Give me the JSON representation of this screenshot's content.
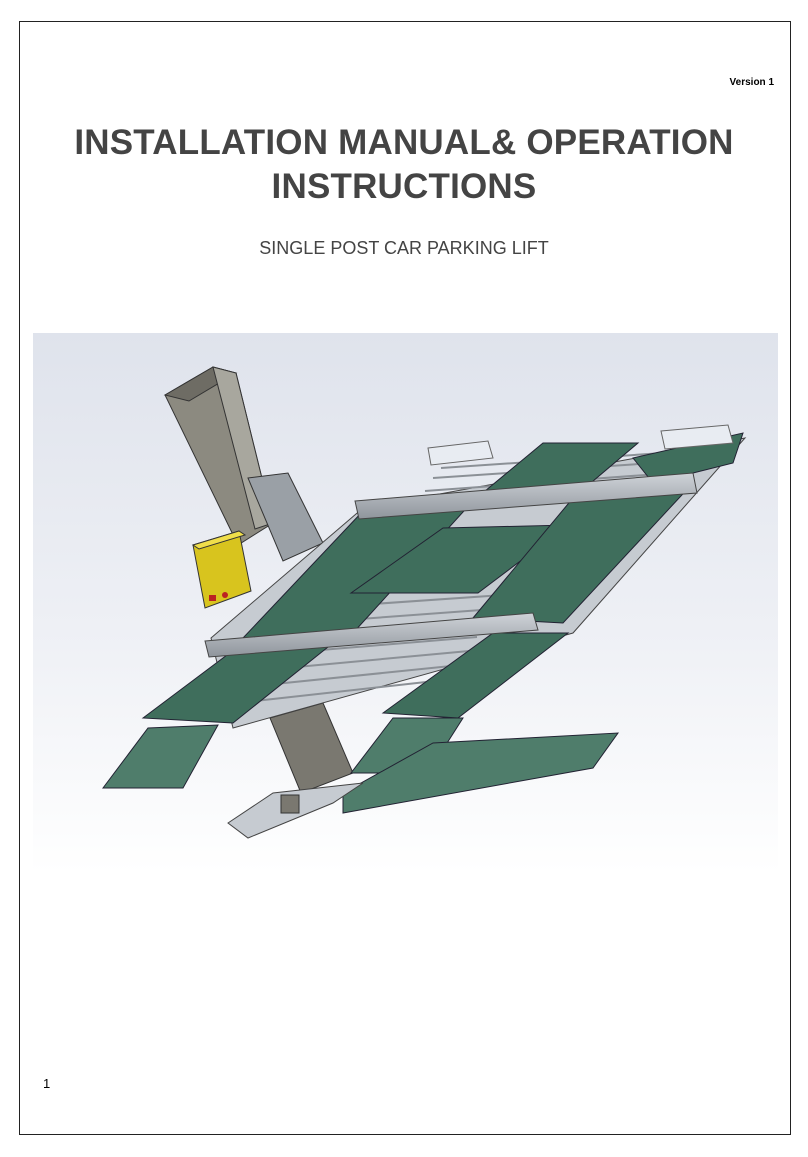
{
  "page": {
    "version": "Version 1",
    "title_line1": "INSTALLATION MANUAL& OPERATION",
    "title_line2": "INSTRUCTIONS",
    "subtitle": "SINGLE POST CAR PARKING LIFT",
    "page_number": "1"
  },
  "colors": {
    "ramp_green": "#3f6e5c",
    "post_gray": "#8c8a80",
    "control_box_yellow": "#d8c41e",
    "title_gray": "#444444"
  }
}
